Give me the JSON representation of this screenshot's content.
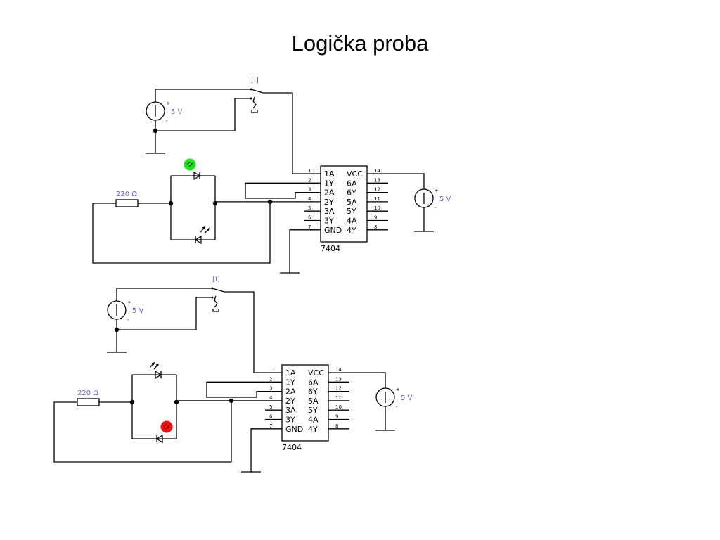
{
  "title": "Logička proba",
  "colors": {
    "label": "#6666cc",
    "led_on_green": "#22dd22",
    "led_on_red": "#ee1111",
    "wire": "#000000"
  },
  "circuits": [
    {
      "name": "top",
      "switch_label": "[I]",
      "source_input_label": "5 V",
      "source_vcc_label": "5 V",
      "resistor_label": "220 Ω",
      "chip_name": "7404",
      "lit_led_color": "green",
      "pins_left": [
        {
          "num": "1",
          "name": "1A"
        },
        {
          "num": "2",
          "name": "1Y"
        },
        {
          "num": "3",
          "name": "2A"
        },
        {
          "num": "4",
          "name": "2Y"
        },
        {
          "num": "5",
          "name": "3A"
        },
        {
          "num": "6",
          "name": "3Y"
        },
        {
          "num": "7",
          "name": "GND"
        }
      ],
      "pins_right": [
        {
          "num": "14",
          "name": "VCC"
        },
        {
          "num": "13",
          "name": "6A"
        },
        {
          "num": "12",
          "name": "6Y"
        },
        {
          "num": "11",
          "name": "5A"
        },
        {
          "num": "10",
          "name": "5Y"
        },
        {
          "num": "9",
          "name": "4A"
        },
        {
          "num": "8",
          "name": "4Y"
        }
      ]
    },
    {
      "name": "bottom",
      "switch_label": "[I]",
      "source_input_label": "5 V",
      "source_vcc_label": "5 V",
      "resistor_label": "220 Ω",
      "chip_name": "7404",
      "lit_led_color": "red",
      "pins_left": [
        {
          "num": "1",
          "name": "1A"
        },
        {
          "num": "2",
          "name": "1Y"
        },
        {
          "num": "3",
          "name": "2A"
        },
        {
          "num": "4",
          "name": "2Y"
        },
        {
          "num": "5",
          "name": "3A"
        },
        {
          "num": "6",
          "name": "3Y"
        },
        {
          "num": "7",
          "name": "GND"
        }
      ],
      "pins_right": [
        {
          "num": "14",
          "name": "VCC"
        },
        {
          "num": "13",
          "name": "6A"
        },
        {
          "num": "12",
          "name": "6Y"
        },
        {
          "num": "11",
          "name": "5A"
        },
        {
          "num": "10",
          "name": "5Y"
        },
        {
          "num": "9",
          "name": "4A"
        },
        {
          "num": "8",
          "name": "4Y"
        }
      ]
    }
  ]
}
